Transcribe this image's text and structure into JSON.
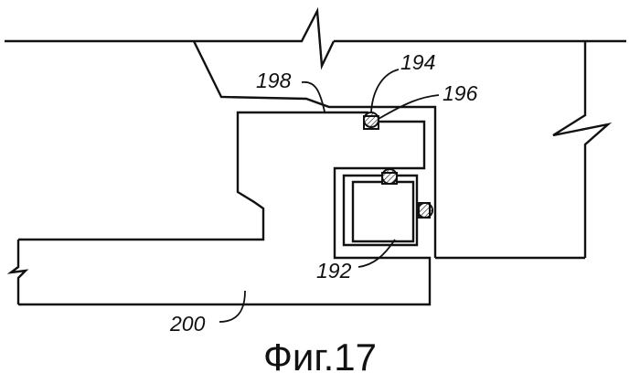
{
  "figure": {
    "caption": "Фиг.17",
    "reference_numerals": {
      "r192": "192",
      "r194": "194",
      "r196": "196",
      "r198": "198",
      "r200": "200"
    }
  }
}
